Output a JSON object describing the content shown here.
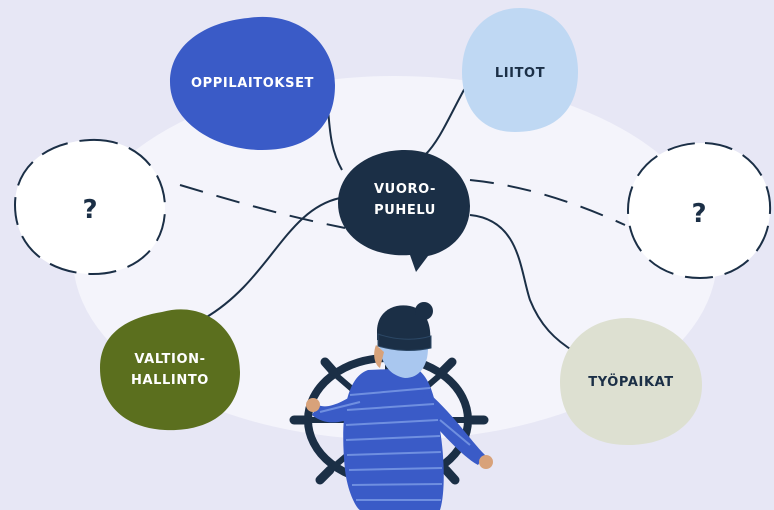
{
  "diagram": {
    "center": {
      "line1": "VUORO-",
      "line2": "PUHELU"
    },
    "nodes": {
      "oppilaitokset": {
        "label": "OPPILAITOKSET",
        "color": "#3a5bc7"
      },
      "liitot": {
        "label": "LIITOT",
        "color": "#bfd8f3"
      },
      "valtionhallinto": {
        "line1": "VALTION-",
        "line2": "HALLINTO",
        "color": "#5b6f1e"
      },
      "tyopaikat": {
        "label": "TYÖPAIKAT",
        "color": "#dde0d1"
      },
      "unknown_left": {
        "label": "?"
      },
      "unknown_right": {
        "label": "?"
      }
    },
    "colors": {
      "background": "#e7e7f5",
      "ellipse": "#f4f4fb",
      "ink": "#1b2f46",
      "bubble": "#1b2f46"
    }
  }
}
